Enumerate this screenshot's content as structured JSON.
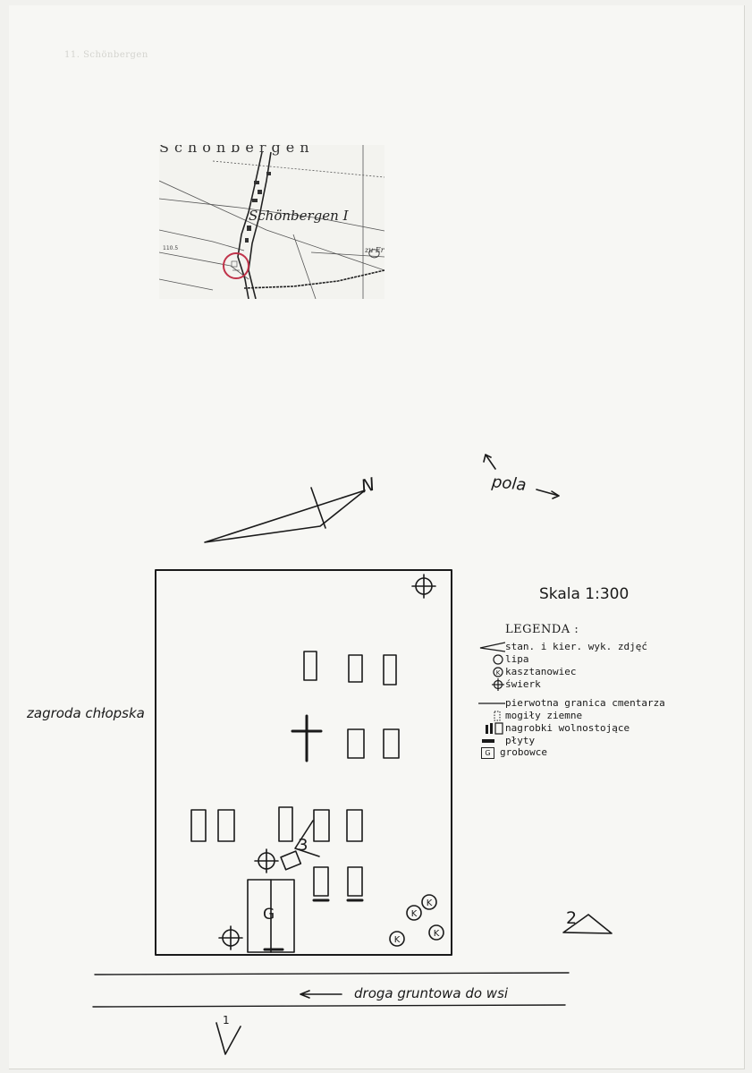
{
  "document": {
    "header_note": "11. Schönbergen"
  },
  "inset_map": {
    "top_text": "Schönbergen",
    "town_label": "Schönbergen I",
    "height_value": "110.5",
    "right_label": "zu Er"
  },
  "plan": {
    "north_label": "N",
    "fields_label": "pola",
    "scale_label": "Skala 1:300",
    "farm_label": "zagroda chłopska",
    "road_label": "droga gruntowa do wsi",
    "photo_viewpoints": [
      "1",
      "2",
      "3"
    ],
    "tomb_letter": "G",
    "chestnut_letter": "K"
  },
  "legend": {
    "title": "LEGENDA :",
    "items": [
      {
        "symbol": "viewpoint-arrow-icon",
        "label": "stan. i kier. wyk. zdjęć"
      },
      {
        "symbol": "linden-circle-icon",
        "label": "lipa"
      },
      {
        "symbol": "chestnut-circle-icon",
        "label": "kasztanowiec"
      },
      {
        "symbol": "spruce-cross-icon",
        "label": "świerk"
      },
      {
        "symbol": "boundary-line-icon",
        "label": "pierwotna granica cmentarza"
      },
      {
        "symbol": "earth-grave-icon",
        "label": "mogiły ziemne"
      },
      {
        "symbol": "headstone-icon",
        "label": "nagrobki wolnostojące"
      },
      {
        "symbol": "slab-icon",
        "label": "płyty"
      },
      {
        "symbol": "tomb-box-icon",
        "label": "grobowce"
      }
    ]
  },
  "colors": {
    "paper": "#f7f7f4",
    "ink": "#1a1a1a",
    "map_circle": "#c0334a"
  }
}
